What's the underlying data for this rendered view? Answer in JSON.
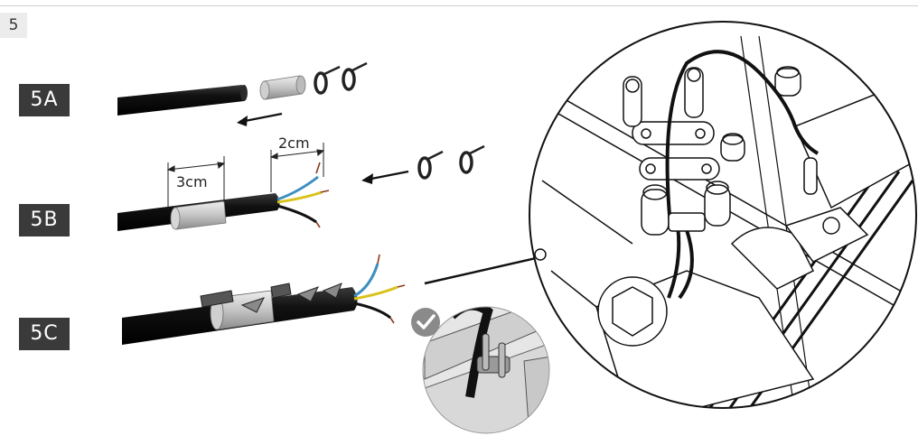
{
  "page": {
    "number": "5"
  },
  "steps": [
    {
      "id": "5A",
      "label": "5A"
    },
    {
      "id": "5B",
      "label": "5B"
    },
    {
      "id": "5C",
      "label": "5C"
    }
  ],
  "dimensions": {
    "sleeve_length": "3cm",
    "strip_length": "2cm"
  },
  "colors": {
    "badge_bg": "#3a3a3a",
    "cable": "#111111",
    "sleeve": "#bdbdbd",
    "wire_blue": "#3d8fbf",
    "wire_yellow": "#d9c21a",
    "wire_brown": "#8a3a1a",
    "check_badge": "#8a8a8a"
  },
  "icons": [
    "check-icon",
    "arrow-left-icon",
    "arrow-right-icon"
  ]
}
